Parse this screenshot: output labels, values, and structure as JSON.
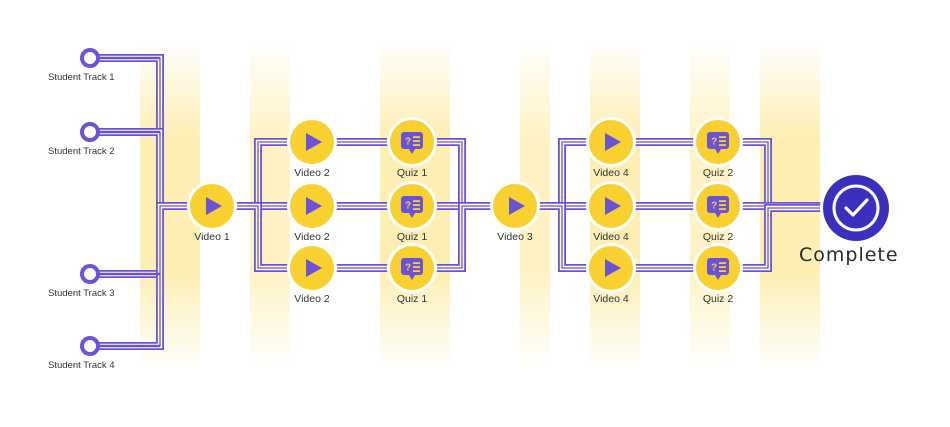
{
  "colors": {
    "path": "#6a52d9",
    "node_fill": "#f8d131",
    "node_ring": "#ffffff",
    "icon": "#6a52d9",
    "complete_fill": "#3b2fbd",
    "stripe": "#fde9a5"
  },
  "tracks": [
    {
      "label": "Student Track 1"
    },
    {
      "label": "Student Track 2"
    },
    {
      "label": "Student Track 3"
    },
    {
      "label": "Student Track 4"
    }
  ],
  "nodes": [
    {
      "id": "video-1",
      "type": "video",
      "label": "Video 1",
      "icon": "play-icon"
    },
    {
      "id": "video-2-top",
      "type": "video",
      "label": "Video 2",
      "icon": "play-icon"
    },
    {
      "id": "video-2-mid",
      "type": "video",
      "label": "Video 2",
      "icon": "play-icon"
    },
    {
      "id": "video-2-bot",
      "type": "video",
      "label": "Video 2",
      "icon": "play-icon"
    },
    {
      "id": "quiz-1-top",
      "type": "quiz",
      "label": "Quiz 1",
      "icon": "quiz-chat-icon"
    },
    {
      "id": "quiz-1-mid",
      "type": "quiz",
      "label": "Quiz 1",
      "icon": "quiz-chat-icon"
    },
    {
      "id": "quiz-1-bot",
      "type": "quiz",
      "label": "Quiz 1",
      "icon": "quiz-chat-icon"
    },
    {
      "id": "video-3",
      "type": "video",
      "label": "Video 3",
      "icon": "play-icon"
    },
    {
      "id": "video-4-top",
      "type": "video",
      "label": "Video 4",
      "icon": "play-icon"
    },
    {
      "id": "video-4-mid",
      "type": "video",
      "label": "Video 4",
      "icon": "play-icon"
    },
    {
      "id": "video-4-bot",
      "type": "video",
      "label": "Video 4",
      "icon": "play-icon"
    },
    {
      "id": "quiz-2-top",
      "type": "quiz",
      "label": "Quiz 2",
      "icon": "quiz-chat-icon"
    },
    {
      "id": "quiz-2-mid",
      "type": "quiz",
      "label": "Quiz 2",
      "icon": "quiz-chat-icon"
    },
    {
      "id": "quiz-2-bot",
      "type": "quiz",
      "label": "Quiz 2",
      "icon": "quiz-chat-icon"
    }
  ],
  "complete": {
    "label": "Complete",
    "icon": "checkmark-icon"
  }
}
